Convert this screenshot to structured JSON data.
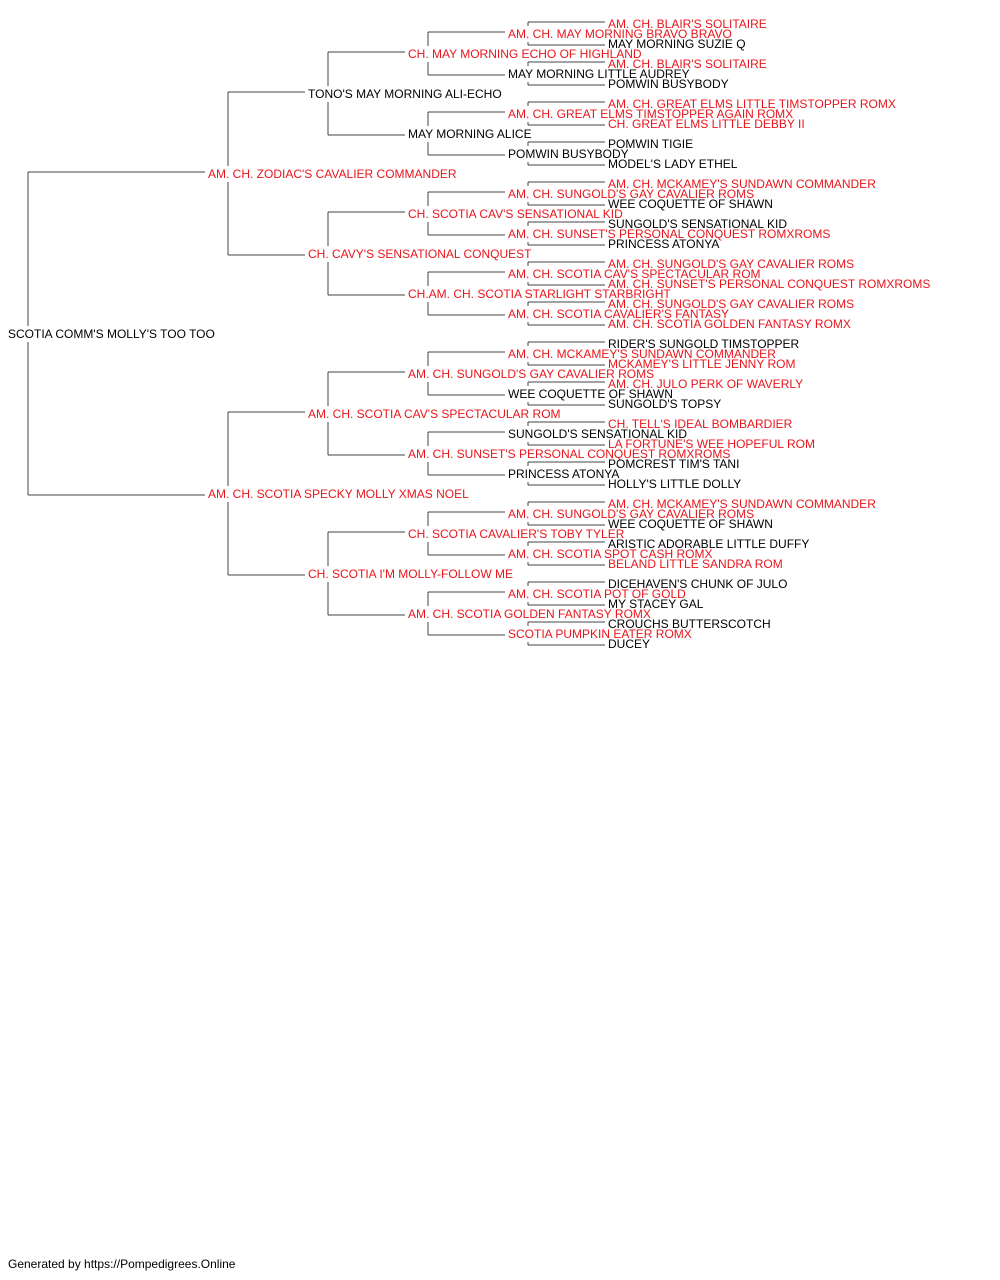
{
  "colors": {
    "champion": "#e8151b",
    "default": "#000000",
    "line": "#444444"
  },
  "pedigree": {
    "name": "SCOTIA COMM'S MOLLY'S TOO TOO",
    "champion": false,
    "sire": {
      "name": "AM. CH. ZODIAC'S CAVALIER COMMANDER",
      "champion": true,
      "sire": {
        "name": "TONO'S MAY MORNING ALI-ECHO",
        "champion": false,
        "sire": {
          "name": "CH. MAY MORNING ECHO OF HIGHLAND",
          "champion": true,
          "sire": {
            "name": "AM. CH. MAY MORNING BRAVO BRAVO",
            "champion": true,
            "sire": {
              "name": "AM. CH. BLAIR'S SOLITAIRE",
              "champion": true
            },
            "dam": {
              "name": "MAY MORNING SUZIE Q",
              "champion": false
            }
          },
          "dam": {
            "name": "MAY MORNING LITTLE AUDREY",
            "champion": false,
            "sire": {
              "name": "AM. CH. BLAIR'S SOLITAIRE",
              "champion": true
            },
            "dam": {
              "name": "POMWIN BUSYBODY",
              "champion": false
            }
          }
        },
        "dam": {
          "name": "MAY MORNING ALICE",
          "champion": false,
          "sire": {
            "name": "AM. CH. GREAT ELMS TIMSTOPPER AGAIN ROMX",
            "champion": true,
            "sire": {
              "name": "AM. CH. GREAT ELMS LITTLE TIMSTOPPER ROMX",
              "champion": true
            },
            "dam": {
              "name": "CH. GREAT ELMS LITTLE DEBBY II",
              "champion": true
            }
          },
          "dam": {
            "name": "POMWIN BUSYBODY",
            "champion": false,
            "sire": {
              "name": "POMWIN TIGIE",
              "champion": false
            },
            "dam": {
              "name": "MODEL'S LADY ETHEL",
              "champion": false
            }
          }
        }
      },
      "dam": {
        "name": "CH. CAVY'S SENSATIONAL CONQUEST",
        "champion": true,
        "sire": {
          "name": "CH. SCOTIA CAV'S SENSATIONAL KID",
          "champion": true,
          "sire": {
            "name": "AM. CH. SUNGOLD'S GAY CAVALIER ROMS",
            "champion": true,
            "sire": {
              "name": "AM. CH. MCKAMEY'S SUNDAWN COMMANDER",
              "champion": true
            },
            "dam": {
              "name": "WEE COQUETTE OF SHAWN",
              "champion": false
            }
          },
          "dam": {
            "name": "AM. CH. SUNSET'S PERSONAL CONQUEST ROMXROMS",
            "champion": true,
            "sire": {
              "name": "SUNGOLD'S SENSATIONAL KID",
              "champion": false
            },
            "dam": {
              "name": "PRINCESS ATONYA",
              "champion": false
            }
          }
        },
        "dam": {
          "name": "CH.AM. CH. SCOTIA STARLIGHT STARBRIGHT",
          "champion": true,
          "sire": {
            "name": "AM. CH. SCOTIA CAV'S SPECTACULAR ROM",
            "champion": true,
            "sire": {
              "name": "AM. CH. SUNGOLD'S GAY CAVALIER ROMS",
              "champion": true
            },
            "dam": {
              "name": "AM. CH. SUNSET'S PERSONAL CONQUEST ROMXROMS",
              "champion": true
            }
          },
          "dam": {
            "name": "AM. CH. SCOTIA CAVALIER'S FANTASY",
            "champion": true,
            "sire": {
              "name": "AM. CH. SUNGOLD'S GAY CAVALIER ROMS",
              "champion": true
            },
            "dam": {
              "name": "AM. CH. SCOTIA GOLDEN FANTASY ROMX",
              "champion": true
            }
          }
        }
      }
    },
    "dam": {
      "name": "AM. CH. SCOTIA SPECKY MOLLY XMAS NOEL",
      "champion": true,
      "sire": {
        "name": "AM. CH. SCOTIA CAV'S SPECTACULAR ROM",
        "champion": true,
        "sire": {
          "name": "AM. CH. SUNGOLD'S GAY CAVALIER ROMS",
          "champion": true,
          "sire": {
            "name": "AM. CH. MCKAMEY'S SUNDAWN COMMANDER",
            "champion": true,
            "sire": {
              "name": "RIDER'S SUNGOLD TIMSTOPPER",
              "champion": false
            },
            "dam": {
              "name": "MCKAMEY'S LITTLE JENNY ROM",
              "champion": true
            }
          },
          "dam": {
            "name": "WEE COQUETTE OF SHAWN",
            "champion": false,
            "sire": {
              "name": "AM. CH. JULO PERK OF WAVERLY",
              "champion": true
            },
            "dam": {
              "name": "SUNGOLD'S TOPSY",
              "champion": false
            }
          }
        },
        "dam": {
          "name": "AM. CH. SUNSET'S PERSONAL CONQUEST ROMXROMS",
          "champion": true,
          "sire": {
            "name": "SUNGOLD'S SENSATIONAL KID",
            "champion": false,
            "sire": {
              "name": "CH. TELL'S IDEAL BOMBARDIER",
              "champion": true
            },
            "dam": {
              "name": "LA FORTUNE'S WEE HOPEFUL ROM",
              "champion": true
            }
          },
          "dam": {
            "name": "PRINCESS ATONYA",
            "champion": false,
            "sire": {
              "name": "POMCREST TIM'S TANI",
              "champion": false
            },
            "dam": {
              "name": "HOLLY'S LITTLE DOLLY",
              "champion": false
            }
          }
        }
      },
      "dam": {
        "name": "CH. SCOTIA I'M MOLLY-FOLLOW ME",
        "champion": true,
        "sire": {
          "name": "CH. SCOTIA CAVALIER'S TOBY TYLER",
          "champion": true,
          "sire": {
            "name": "AM. CH. SUNGOLD'S GAY CAVALIER ROMS",
            "champion": true,
            "sire": {
              "name": "AM. CH. MCKAMEY'S SUNDAWN COMMANDER",
              "champion": true
            },
            "dam": {
              "name": "WEE COQUETTE OF SHAWN",
              "champion": false
            }
          },
          "dam": {
            "name": "AM. CH. SCOTIA SPOT CASH ROMX",
            "champion": true,
            "sire": {
              "name": "ARISTIC ADORABLE LITTLE DUFFY",
              "champion": false
            },
            "dam": {
              "name": "BELAND LITTLE SANDRA ROM",
              "champion": true
            }
          }
        },
        "dam": {
          "name": "AM. CH. SCOTIA GOLDEN FANTASY ROMX",
          "champion": true,
          "sire": {
            "name": "AM. CH. SCOTIA POT OF GOLD",
            "champion": true,
            "sire": {
              "name": "DICEHAVEN'S CHUNK OF JULO",
              "champion": false
            },
            "dam": {
              "name": "MY STACEY GAL",
              "champion": false
            }
          },
          "dam": {
            "name": "SCOTIA PUMPKIN EATER ROMX",
            "champion": true,
            "sire": {
              "name": "CROUCHS BUTTERSCOTCH",
              "champion": false
            },
            "dam": {
              "name": "DUCEY",
              "champion": false
            }
          }
        }
      }
    }
  },
  "footer": "Generated by https://Pompedigrees.Online"
}
